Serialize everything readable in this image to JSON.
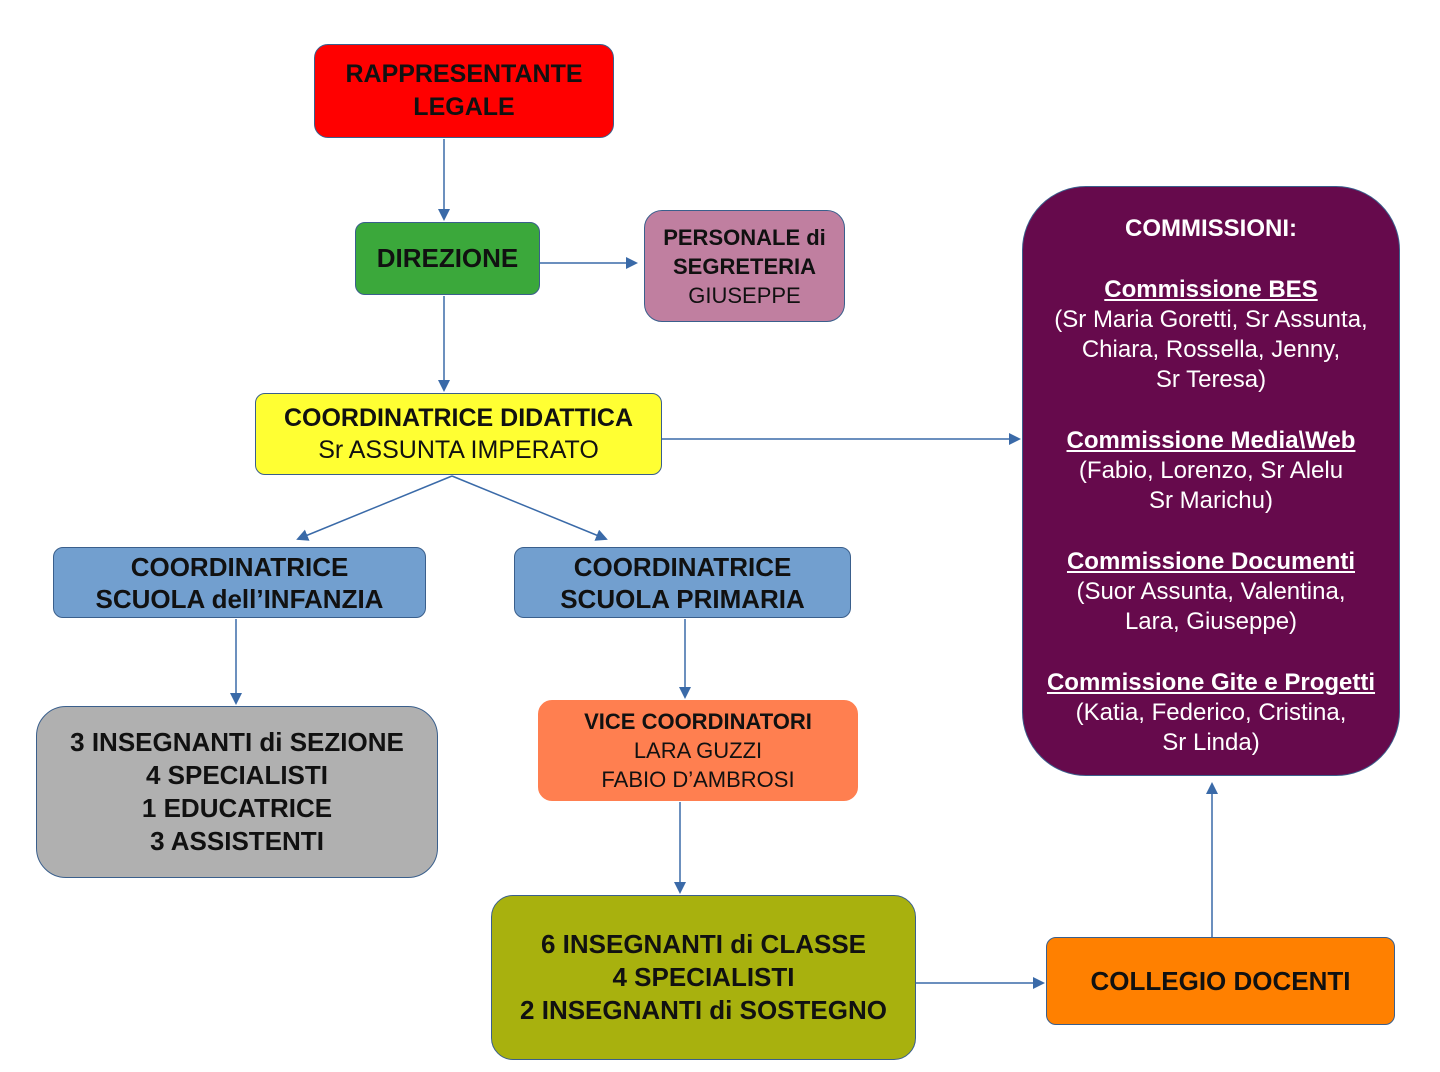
{
  "nodes": {
    "rappresentante": [
      "RAPPRESENTANTE",
      "LEGALE"
    ],
    "direzione": "DIREZIONE",
    "segreteria": {
      "title": [
        "PERSONALE di",
        "SEGRETERIA"
      ],
      "name": "GIUSEPPE"
    },
    "coordinatrice_didattica": {
      "title": "COORDINATRICE DIDATTICA",
      "name": "Sr ASSUNTA IMPERATO"
    },
    "coordinatrice_infanzia": [
      "COORDINATRICE",
      "SCUOLA dell’INFANZIA"
    ],
    "coordinatrice_primaria": [
      "COORDINATRICE",
      "SCUOLA PRIMARIA"
    ],
    "insegnanti_infanzia": [
      "3 INSEGNANTI di SEZIONE",
      "4 SPECIALISTI",
      "1 EDUCATRICE",
      "3 ASSISTENTI"
    ],
    "vice_coordinatori": {
      "title": "VICE COORDINATORI",
      "names": [
        "LARA GUZZI",
        "FABIO D’AMBROSI"
      ]
    },
    "insegnanti_primaria": [
      "6 INSEGNANTI di CLASSE",
      "4 SPECIALISTI",
      "2 INSEGNANTI di SOSTEGNO"
    ],
    "collegio": "COLLEGIO DOCENTI",
    "commissioni": {
      "title": "COMMISSIONI:",
      "groups": [
        {
          "name": "Commissione BES",
          "members": [
            "(Sr Maria Goretti, Sr Assunta,",
            "Chiara, Rossella, Jenny,",
            "Sr Teresa)"
          ]
        },
        {
          "name": "Commissione Media\\Web",
          "members": [
            "(Fabio, Lorenzo, Sr Alelu",
            "Sr Marichu)"
          ]
        },
        {
          "name": "Commissione Documenti",
          "members": [
            "(Suor Assunta, Valentina,",
            "Lara, Giuseppe)"
          ]
        },
        {
          "name": "Commissione Gite e Progetti",
          "members": [
            "(Katia, Federico, Cristina,",
            "Sr Linda)"
          ]
        }
      ]
    }
  },
  "colors": {
    "arrow": "#3a6aa8",
    "rappresentante": "#ff0000",
    "direzione": "#3ba83b",
    "segreteria": "#c07fa0",
    "coordinatrice_didattica": "#ffff33",
    "coordinatrici": "#729fcf",
    "insegnanti_infanzia": "#b0b0b0",
    "vice_coordinatori": "#ff7f50",
    "insegnanti_primaria": "#a8b10e",
    "collegio": "#ff8000",
    "commissioni": "#660a4c"
  }
}
